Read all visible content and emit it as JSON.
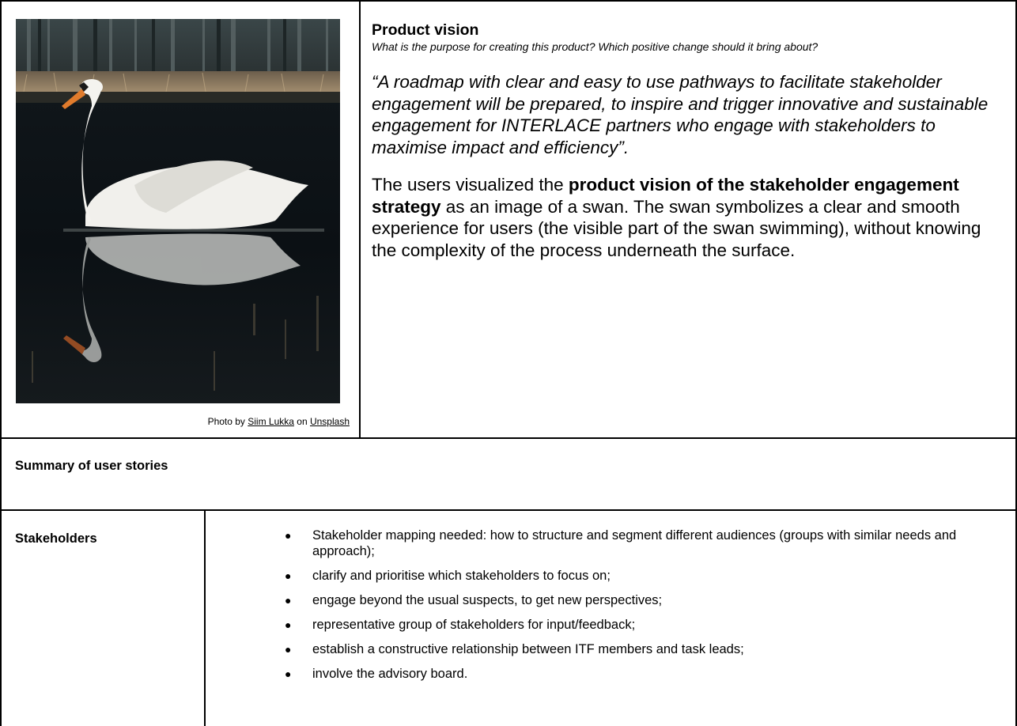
{
  "photo": {
    "alt": "white swan swimming on dark water with reflection",
    "credit_prefix": "Photo by ",
    "credit_author": "Siim Lukka",
    "credit_middle": " on ",
    "credit_site": "Unsplash"
  },
  "vision": {
    "title": "Product vision",
    "question": "What is the purpose for creating this product? Which positive change should it bring about?",
    "quote": "“A roadmap with clear and easy to use pathways to facilitate stakeholder engagement will be prepared, to inspire and trigger innovative and sustainable engagement for INTERLACE partners who engage with stakeholders to maximise impact and efficiency”.",
    "body_before": "The users visualized the ",
    "body_bold": "product vision of the stakeholder engagement strategy",
    "body_after": " as an image of a swan. The swan symbolizes a clear and smooth experience for users (the visible part of the swan swimming), without knowing the complexity of the process underneath the surface."
  },
  "summary": {
    "title": "Summary of user stories"
  },
  "stakeholders": {
    "label": "Stakeholders",
    "bullet": "●",
    "items": [
      "Stakeholder mapping needed: how to structure and segment different audiences (groups with similar needs and approach);",
      "clarify and prioritise which stakeholders to focus on;",
      "engage beyond the usual suspects, to get new perspectives;",
      "representative group of stakeholders for input/feedback;",
      "establish a constructive relationship between ITF members and task leads;",
      "involve the advisory board."
    ]
  }
}
